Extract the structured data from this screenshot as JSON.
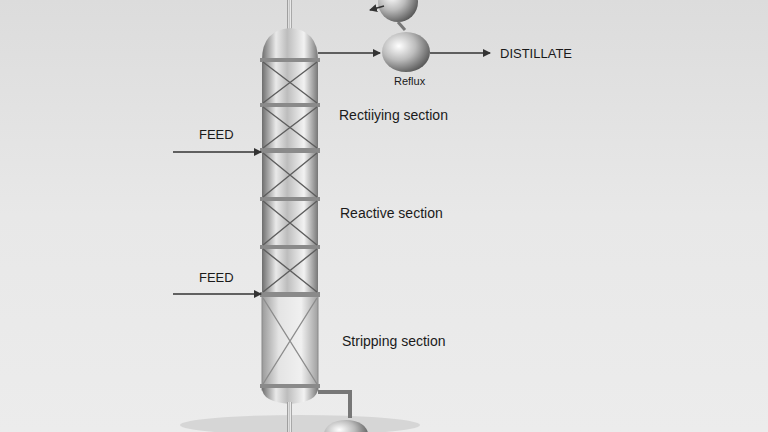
{
  "diagram": {
    "labels": [
      "DISTILLATE",
      "Reflux",
      "Rectiiying section",
      "FEED",
      "Reactive section",
      "FEED",
      "Stripping section"
    ]
  }
}
